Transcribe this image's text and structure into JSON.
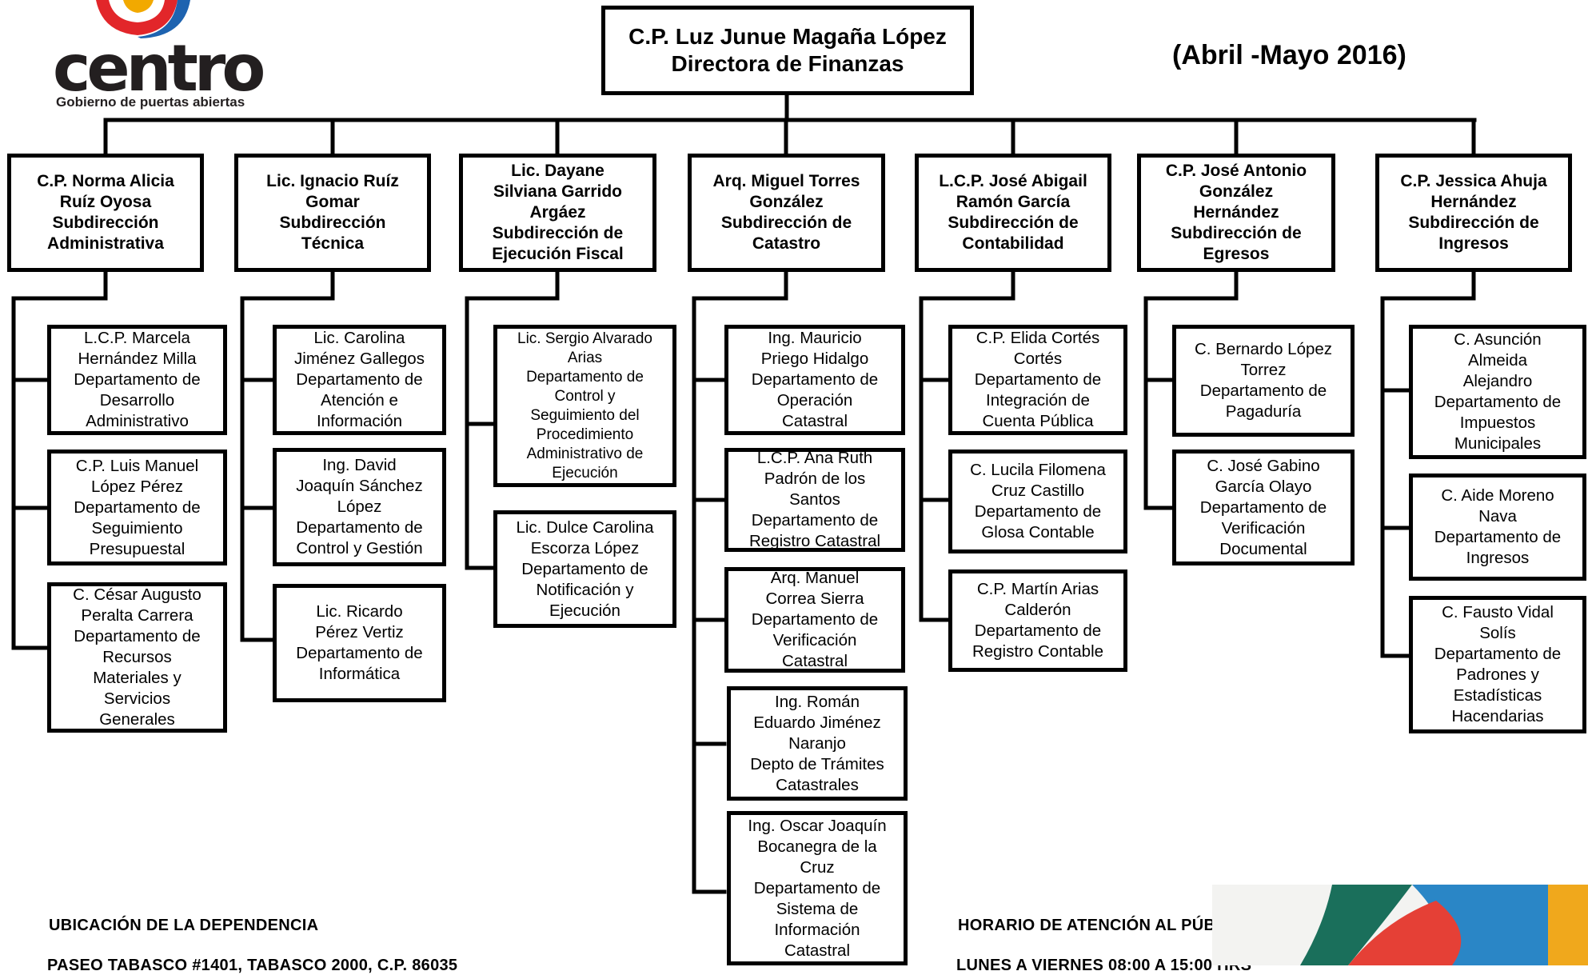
{
  "header": {
    "logo": {
      "text": "centro",
      "tagline": "Gobierno de puertas abiertas"
    },
    "period": "(Abril -Mayo 2016)"
  },
  "director": {
    "name": "C.P. Luz  Junue Magaña López",
    "title": "Directora de Finanzas"
  },
  "subdirecciones": [
    {
      "text": "C.P. Norma Alicia\nRuíz Oyosa\nSubdirección\nAdministrativa",
      "departments": [
        "L.C.P. Marcela\nHernández Milla\nDepartamento de\nDesarrollo\nAdministrativo",
        "C.P. Luis Manuel\nLópez Pérez\nDepartamento de\nSeguimiento\nPresupuestal",
        "C. César Augusto\nPeralta Carrera\nDepartamento de\nRecursos\nMateriales y\nServicios\nGenerales"
      ]
    },
    {
      "text": "Lic. Ignacio Ruíz\nGomar\nSubdirección\nTécnica",
      "departments": [
        "Lic. Carolina\nJiménez Gallegos\nDepartamento de\nAtención e\nInformación",
        "Ing. David\nJoaquín Sánchez\nLópez\nDepartamento de\nControl y Gestión",
        "Lic. Ricardo\nPérez Vertiz\nDepartamento de\nInformática"
      ]
    },
    {
      "text": "Lic. Dayane\nSilviana Garrido\nArgáez\nSubdirección de\nEjecución Fiscal",
      "departments": [
        "Lic. Sergio Alvarado\nArias\nDepartamento de\nControl y\nSeguimiento del\nProcedimiento\nAdministrativo de\nEjecución",
        "Lic. Dulce Carolina\nEscorza López\nDepartamento de\nNotificación  y\nEjecución"
      ]
    },
    {
      "text": "Arq. Miguel Torres\nGonzález\nSubdirección de\nCatastro",
      "departments": [
        "Ing. Mauricio\nPriego Hidalgo\nDepartamento de\nOperación\nCatastral",
        "L.C.P. Ana Ruth\nPadrón de los\nSantos\nDepartamento de\nRegistro Catastral",
        "Arq. Manuel\nCorrea Sierra\nDepartamento de\nVerificación\nCatastral",
        "Ing. Román\nEduardo Jiménez\nNaranjo\nDepto de Trámites\nCatastrales",
        "Ing. Oscar Joaquín\nBocanegra de la\nCruz\nDepartamento de\nSistema de\nInformación\nCatastral"
      ]
    },
    {
      "text": "L.C.P. José Abigail\nRamón García\nSubdirección de\nContabilidad",
      "departments": [
        "C.P. Elida Cortés\nCortés\nDepartamento de\nIntegración de\nCuenta Pública",
        "C. Lucila Filomena\nCruz Castillo\nDepartamento de\nGlosa Contable",
        "C.P. Martín Arias\nCalderón\nDepartamento de\nRegistro Contable"
      ]
    },
    {
      "text": "C.P. José Antonio\nGonzález\nHernández\nSubdirección de\nEgresos",
      "departments": [
        "C. Bernardo López\nTorrez\nDepartamento de\nPagaduría",
        "C. José Gabino\nGarcía Olayo\nDepartamento de\nVerificación\nDocumental"
      ]
    },
    {
      "text": "C.P. Jessica Ahuja\nHernández\nSubdirección de\nIngresos",
      "departments": [
        "C. Asunción\nAlmeida\nAlejandro\nDepartamento de\nImpuestos\nMunicipales",
        "C. Aide Moreno\nNava\nDepartamento de\nIngresos",
        "C. Fausto Vidal\nSolís\nDepartamento de\nPadrones  y\nEstadísticas\nHacendarias"
      ]
    }
  ],
  "footer": {
    "location_label": "UBICACIÓN DE LA DEPENDENCIA",
    "address": "PASEO TABASCO #1401, TABASCO 2000, C.P. 86035",
    "hours_label": "HORARIO DE ATENCIÓN AL PÚBLICO",
    "hours": "LUNES A VIERNES 08:00 A 15:00 HRS"
  }
}
